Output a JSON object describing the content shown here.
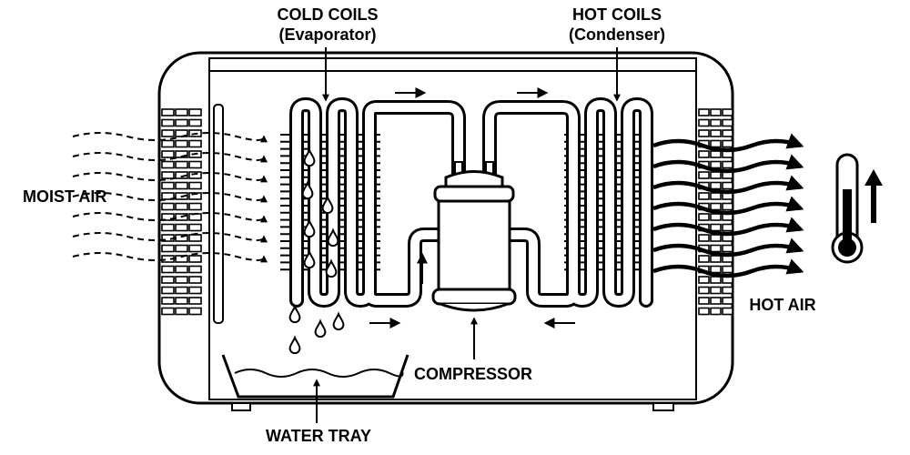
{
  "labels": {
    "cold_coils": {
      "title": "COLD COILS",
      "subtitle": "(Evaporator)"
    },
    "hot_coils": {
      "title": "HOT COILS",
      "subtitle": "(Condenser)"
    },
    "moist_air": "MOIST AIR",
    "hot_air": "HOT AIR",
    "compressor": "COMPRESSOR",
    "water_tray": "WATER TRAY"
  },
  "icons": [
    "thermometer-icon",
    "up-arrow-icon",
    "water-drop-icon",
    "flow-arrow-icon"
  ],
  "colors": {
    "ink": "#000000",
    "paper": "#ffffff"
  }
}
